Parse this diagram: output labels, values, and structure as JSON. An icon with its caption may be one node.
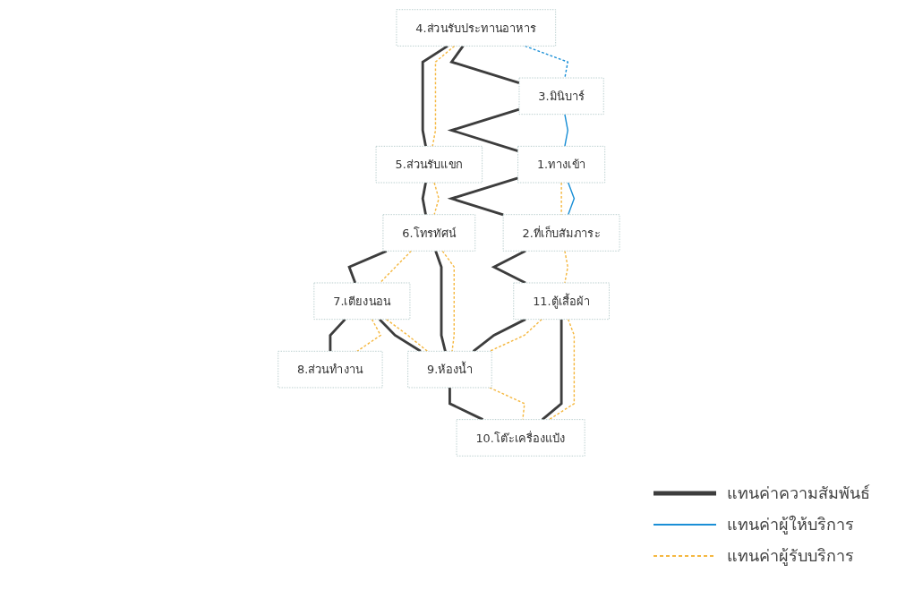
{
  "diagram": {
    "nodes": [
      {
        "text": [
          "4.ส่วนรับประทานอาหาร"
        ]
      },
      {
        "text": [
          "6.โทรทัศน์"
        ]
      },
      {
        "text": [
          "7.เตียงนอน"
        ]
      },
      {
        "text": [
          "3.มินิบาร์"
        ]
      },
      {
        "text": [
          "5.ส่วนรับแขก"
        ]
      },
      {
        "text": [
          "8.ส่วนทำงาน"
        ]
      },
      {
        "text": [
          "9.ห้องน้ำ"
        ]
      },
      {
        "text": [
          "2.ที่เก็บสัมภาระ"
        ]
      },
      {
        "text": [
          "1.ทางเข้า"
        ]
      },
      {
        "text": [
          "11.ตู้เสื้อผ้า"
        ]
      },
      {
        "text": [
          "10.โต๊ะเครื่องแป้ง"
        ]
      }
    ],
    "edges": [
      {
        "from": 0,
        "to": 3,
        "arrow": "none"
      },
      {
        "from": 0,
        "to": 3,
        "arrow": "none",
        "style": "dashed",
        "color": "#1a8fd6"
      },
      {
        "from": 3,
        "to": 8,
        "arrow": "none"
      },
      {
        "from": 3,
        "to": 8,
        "arrow": "none",
        "color": "#1a8fd6"
      },
      {
        "from": 8,
        "to": 7,
        "arrow": "none"
      },
      {
        "from": 8,
        "to": 7,
        "arrow": "none",
        "style": "dashed",
        "color": "#f5b841"
      },
      {
        "from": 8,
        "to": 7,
        "arrow": "none",
        "color": "#1a8fd6"
      },
      {
        "from": 0,
        "to": 4,
        "arrow": "none"
      },
      {
        "from": 0,
        "to": 4,
        "arrow": "none",
        "style": "dashed",
        "color": "#f5b841"
      },
      {
        "from": 4,
        "to": 1,
        "arrow": "none"
      },
      {
        "from": 4,
        "to": 1,
        "arrow": "none",
        "style": "dashed",
        "color": "#f5b841"
      },
      {
        "from": 1,
        "to": 2,
        "arrow": "none"
      },
      {
        "from": 1,
        "to": 2,
        "arrow": "none",
        "style": "dashed",
        "color": "#f5b841"
      },
      {
        "from": 2,
        "to": 5,
        "arrow": "none"
      },
      {
        "from": 2,
        "to": 5,
        "arrow": "none",
        "style": "dashed",
        "color": "#f5b841"
      },
      {
        "from": 2,
        "to": 6,
        "arrow": "none"
      },
      {
        "from": 2,
        "to": 6,
        "arrow": "none",
        "style": "dashed",
        "color": "#f5b841"
      },
      {
        "from": 1,
        "to": 6,
        "arrow": "none"
      },
      {
        "from": 1,
        "to": 6,
        "arrow": "none",
        "style": "dashed",
        "color": "#f5b841"
      },
      {
        "from": 7,
        "to": 9,
        "arrow": "none"
      },
      {
        "from": 7,
        "to": 9,
        "arrow": "none",
        "style": "dashed",
        "color": "#f5b841"
      },
      {
        "from": 9,
        "to": 6,
        "arrow": "none"
      },
      {
        "from": 9,
        "to": 6,
        "arrow": "none",
        "style": "dashed",
        "color": "#f5b841"
      },
      {
        "from": 6,
        "to": 10,
        "arrow": "none"
      },
      {
        "from": 6,
        "to": 10,
        "arrow": "none",
        "style": "dashed",
        "color": "#f5b841"
      },
      {
        "from": 9,
        "to": 10,
        "arrow": "none"
      },
      {
        "from": 9,
        "to": 10,
        "arrow": "none",
        "style": "dashed",
        "color": "#f5b841"
      }
    ],
    "legend": [
      {
        "text": "แทนค่าความสัมพันธ์"
      },
      {
        "text": "แทนค่าผู้ให้บริการ"
      },
      {
        "text": "แทนค่าผู้รับบริการ"
      }
    ]
  }
}
